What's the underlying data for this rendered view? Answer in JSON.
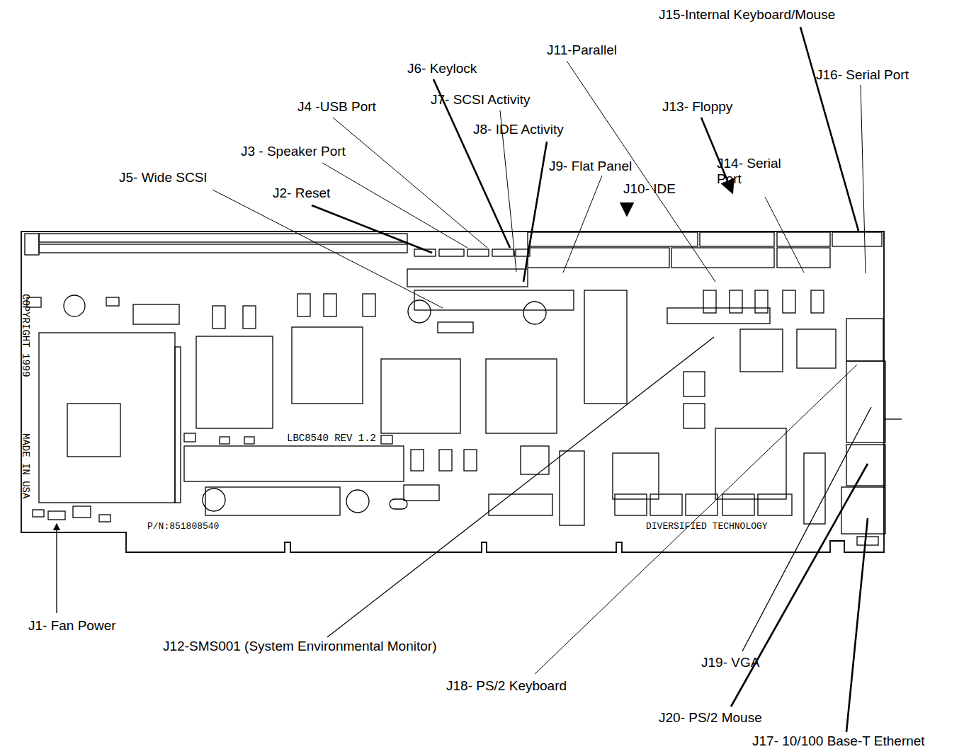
{
  "diagram": {
    "labels": [
      "J15-Internal Keyboard/Mouse",
      "J11-Parallel",
      "J16- Serial Port",
      "J6- Keylock",
      "J13- Floppy",
      "J4 -USB Port",
      "J7- SCSI Activity",
      "J8- IDE Activity",
      "J3 - Speaker Port",
      "J9- Flat Panel",
      "J14- Serial Port",
      "J10- IDE",
      "J5- Wide SCSI",
      "J2- Reset",
      "J1- Fan Power",
      "J12-SMS001 (System Environmental Monitor)",
      "J19- VGA",
      "J18- PS/2 Keyboard",
      "J20- PS/2 Mouse",
      "J17- 10/100 Base-T Ethernet",
      "COPYRIGHT 1999",
      "MADE IN USA",
      "LBC8540 REV 1.2",
      "P/N:851808540",
      "DIVERSIFIED TECHNOLOGY"
    ]
  }
}
